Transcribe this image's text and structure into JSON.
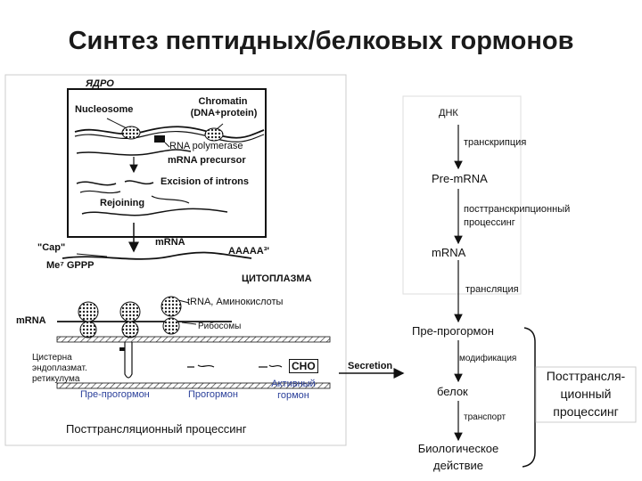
{
  "title": "Синтез пептидных/белковых гормонов",
  "left": {
    "nucleus_label": "ЯДРО",
    "nucleosome": "Nucleosome",
    "chromatin_1": "Chromatin",
    "chromatin_2": "(DNA+protein)",
    "rna_polymerase": "RNA polymerase",
    "mrna_precursor": "mRNA precursor",
    "excision": "Excision of introns",
    "rejoining": "Rejoining",
    "cap": "\"Cap\"",
    "me_gppp": "Me⁷ GPPP",
    "mrna_top": "mRNA",
    "polya": "AAAAA³'",
    "cytoplasm_label": "ЦИТОПЛАЗМА",
    "trna": "tRNA, Аминокислоты",
    "mrna_left": "mRNA",
    "ribosomes": "Рибосомы",
    "cistern_1": "Цистерна",
    "cistern_2": "эндоплазмат.",
    "cistern_3": "ретикулума",
    "pre_prohormone": "Пре-прогормон",
    "prohormone": "Прогормон",
    "active_1": "Активный",
    "active_2": "гормон",
    "cho": "CHO",
    "secretion": "Secretion",
    "bottom_caption": "Посттрансляционный процессинг"
  },
  "right": {
    "dna": "ДНК",
    "transcription": "транскрипция",
    "pre_mrna": "Pre-mRNA",
    "post_transcr_1": "посттранскрипционный",
    "post_transcr_2": "процессинг",
    "mrna": "mRNA",
    "translation": "трансляция",
    "pre_prohormone": "Пре-прогормон",
    "modification": "модификация",
    "protein": "белок",
    "transport": "транспорт",
    "bio_1": "Биологическое",
    "bio_2": "действие",
    "posttransl_1": "Посттрансля-",
    "posttransl_2": "ционный",
    "posttransl_3": "процессинг"
  },
  "colors": {
    "accent_blue": "#2a3f9a",
    "line": "#111111"
  }
}
